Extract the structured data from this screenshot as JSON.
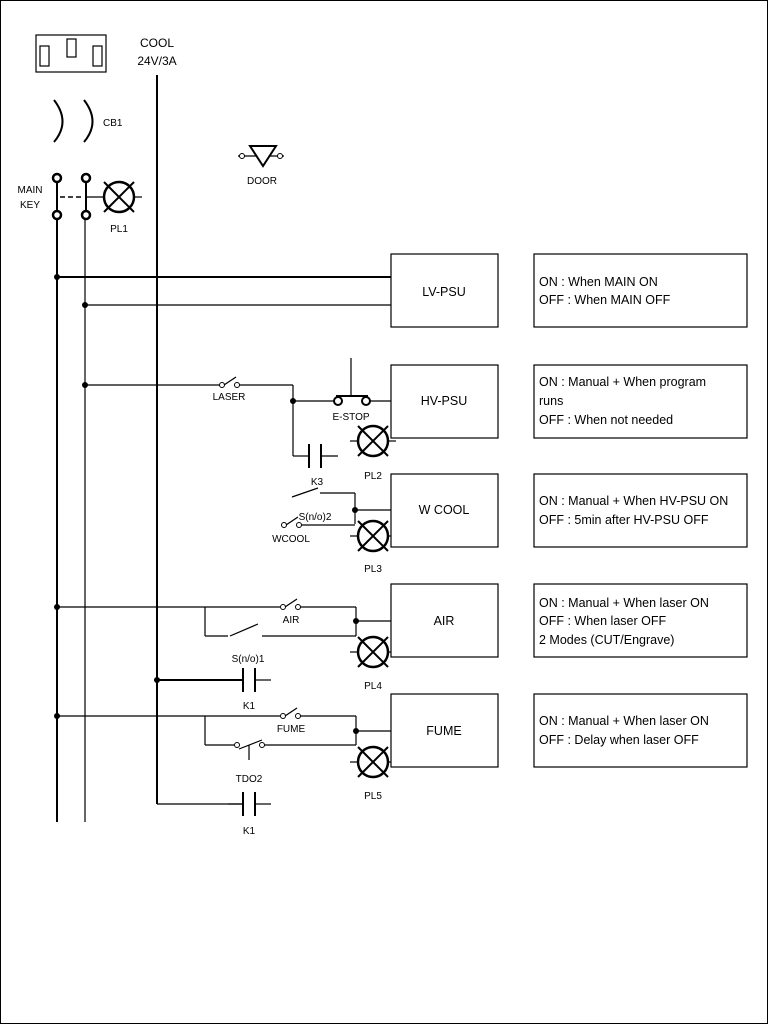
{
  "supply": {
    "line1": "COOL",
    "line2": "24V/3A"
  },
  "breaker": {
    "label": "CB1"
  },
  "main_key": {
    "line1": "MAIN",
    "line2": "KEY"
  },
  "lamps": {
    "pl1": "PL1",
    "pl2": "PL2",
    "pl3": "PL3",
    "pl4": "PL4",
    "pl5": "PL5"
  },
  "door": {
    "label": "DOOR"
  },
  "switches": {
    "laser": "LASER",
    "estop": "E-STOP",
    "k3": "K3",
    "sno2": "S(n/o)2",
    "wcool": "WCOOL",
    "air": "AIR",
    "sno1": "S(n/o)1",
    "k1_air": "K1",
    "fume": "FUME",
    "tdo2": "TDO2",
    "k1_fume": "K1"
  },
  "blocks": [
    {
      "name": "LV-PSU",
      "notes": [
        "ON : When MAIN ON",
        "OFF : When MAIN OFF"
      ]
    },
    {
      "name": "HV-PSU",
      "notes": [
        "ON : Manual + When program",
        "runs",
        "OFF : When not needed"
      ]
    },
    {
      "name": "W COOL",
      "notes": [
        "ON : Manual + When HV-PSU ON",
        "OFF : 5min after HV-PSU OFF"
      ]
    },
    {
      "name": "AIR",
      "notes": [
        "ON : Manual + When laser ON",
        "OFF : When laser OFF",
        "2 Modes (CUT/Engrave)"
      ]
    },
    {
      "name": "FUME",
      "notes": [
        "ON : Manual + When laser ON",
        "OFF : Delay when laser OFF"
      ]
    }
  ]
}
